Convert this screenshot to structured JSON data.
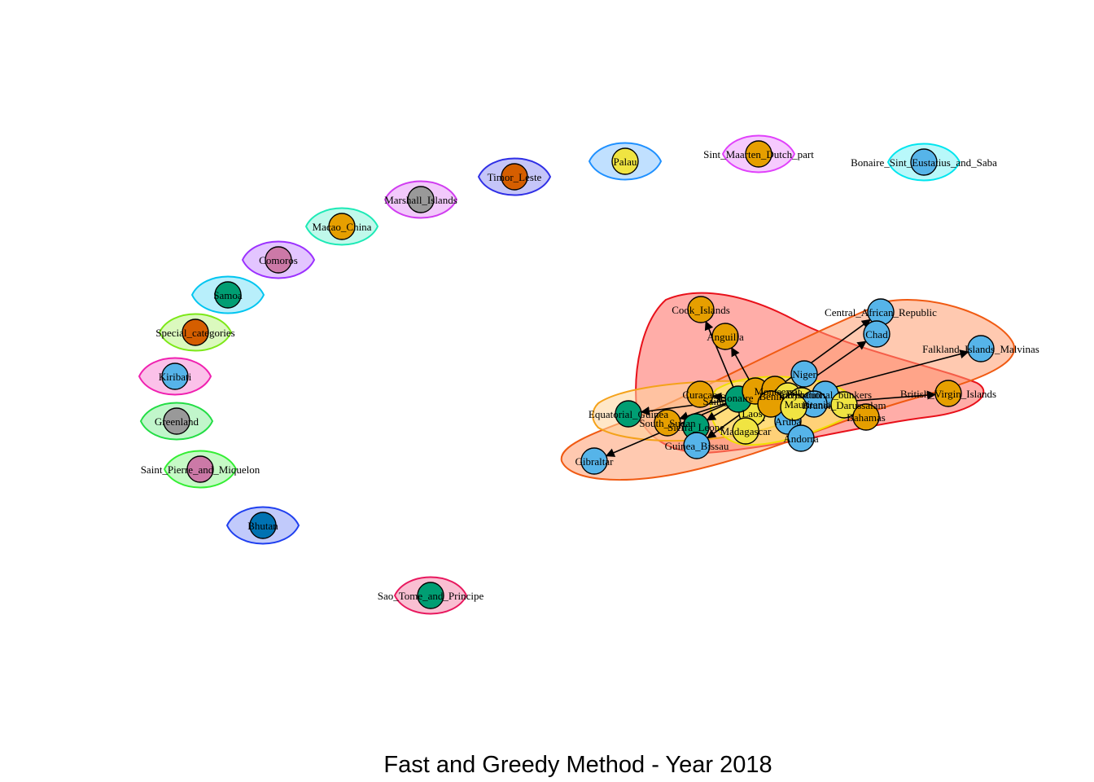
{
  "title": "Fast and Greedy Method - Year 2018",
  "palette": {
    "orange": "#E69F00",
    "skyblue": "#56B4E9",
    "green": "#009E73",
    "yellow": "#F0E442",
    "blue": "#0072B2",
    "vermillion": "#D55E00",
    "pink": "#CC79A7",
    "grey": "#999999"
  },
  "isolated_nodes": [
    {
      "id": "palau",
      "label": "Palau",
      "color": "yellow",
      "hull": "#1E90FF"
    },
    {
      "id": "sint-maarten",
      "label": "Sint_Maarten_Dutch_part",
      "color": "orange",
      "hull": "#E040FB"
    },
    {
      "id": "bonaire",
      "label": "Bonaire_Sint_Eustatius_and_Saba",
      "color": "skyblue",
      "hull": "#00E5EE"
    },
    {
      "id": "timor-leste",
      "label": "Timor_Leste",
      "color": "vermillion",
      "hull": "#2E2EE6"
    },
    {
      "id": "marshall-islands",
      "label": "Marshall_Islands",
      "color": "grey",
      "hull": "#D03CF0"
    },
    {
      "id": "macao",
      "label": "Macao_China",
      "color": "orange",
      "hull": "#1DE9B6"
    },
    {
      "id": "comoros",
      "label": "Comoros",
      "color": "pink",
      "hull": "#9B30FF"
    },
    {
      "id": "samoa",
      "label": "Samoa",
      "color": "green",
      "hull": "#00C5F0"
    },
    {
      "id": "special-categories",
      "label": "Special_categories",
      "color": "vermillion",
      "hull": "#7CE817"
    },
    {
      "id": "kiribati",
      "label": "Kiribati",
      "color": "skyblue",
      "hull": "#F020B0"
    },
    {
      "id": "greenland",
      "label": "Greenland",
      "color": "grey",
      "hull": "#22DD44"
    },
    {
      "id": "saint-pierre",
      "label": "Saint_Pierre_and_Miquelon",
      "color": "pink",
      "hull": "#33EE33"
    },
    {
      "id": "bhutan",
      "label": "Bhutan",
      "color": "blue",
      "hull": "#1F3FEF"
    },
    {
      "id": "sao-tome",
      "label": "Sao_Tome_and_Principe",
      "color": "green",
      "hull": "#E8185E"
    }
  ],
  "cluster_nodes": [
    {
      "id": "cook-islands",
      "label": "Cook_Islands",
      "color": "orange"
    },
    {
      "id": "anguilla",
      "label": "Anguilla",
      "color": "orange"
    },
    {
      "id": "central-african-republic",
      "label": "Central_African_Republic",
      "color": "skyblue"
    },
    {
      "id": "chad",
      "label": "Chad",
      "color": "skyblue"
    },
    {
      "id": "falkland-islands",
      "label": "Falkland_Islands_Malvinas",
      "color": "skyblue"
    },
    {
      "id": "niger",
      "label": "Niger",
      "color": "skyblue"
    },
    {
      "id": "british-virgin-islands",
      "label": "British_Virgin_Islands",
      "color": "orange"
    },
    {
      "id": "international-bunkers",
      "label": "International_bunkers",
      "color": "skyblue"
    },
    {
      "id": "brunei",
      "label": "Brunei_Darussalam",
      "color": "yellow"
    },
    {
      "id": "bahamas",
      "label": "Bahamas",
      "color": "orange"
    },
    {
      "id": "equatorial-guinea",
      "label": "Equatorial_Guinea",
      "color": "green"
    },
    {
      "id": "cura-cao",
      "label": "Curacao",
      "color": "orange"
    },
    {
      "id": "laos",
      "label": "Laos",
      "color": "yellow"
    },
    {
      "id": "aruba",
      "label": "Aruba",
      "color": "skyblue"
    },
    {
      "id": "south-sudan",
      "label": "South_Sudan",
      "color": "orange"
    },
    {
      "id": "sierra-leone",
      "label": "Sierra_Leone",
      "color": "green"
    },
    {
      "id": "madagascar",
      "label": "Madagascar",
      "color": "yellow"
    },
    {
      "id": "andorra",
      "label": "Andorra",
      "color": "skyblue"
    },
    {
      "id": "guinea-bissau",
      "label": "Guinea_Bissau",
      "color": "skyblue"
    },
    {
      "id": "gibraltar",
      "label": "Gibraltar",
      "color": "skyblue"
    },
    {
      "id": "hub-1",
      "label": "",
      "color": "green"
    },
    {
      "id": "hub-2",
      "label": "",
      "color": "orange"
    },
    {
      "id": "hub-3",
      "label": "",
      "color": "orange"
    },
    {
      "id": "hub-4",
      "label": "",
      "color": "yellow"
    },
    {
      "id": "hub-5",
      "label": "",
      "color": "orange"
    },
    {
      "id": "hub-6",
      "label": "",
      "color": "yellow"
    },
    {
      "id": "hub-7",
      "label": "",
      "color": "skyblue"
    },
    {
      "id": "hub-8",
      "label": "",
      "color": "yellow"
    }
  ],
  "hub_labels": [
    "Saint_",
    "Bonaire",
    "Benin",
    "Mauritania",
    "Montserrat",
    "Djibouti"
  ],
  "edges": [
    [
      "hub-1",
      "cook-islands"
    ],
    [
      "hub-2",
      "anguilla"
    ],
    [
      "hub-3",
      "central-african-republic"
    ],
    [
      "hub-4",
      "chad"
    ],
    [
      "hub-5",
      "falkland-islands"
    ],
    [
      "hub-6",
      "niger"
    ],
    [
      "hub-7",
      "british-virgin-islands"
    ],
    [
      "hub-8",
      "international-bunkers"
    ],
    [
      "hub-2",
      "brunei"
    ],
    [
      "hub-3",
      "bahamas"
    ],
    [
      "hub-1",
      "equatorial-guinea"
    ],
    [
      "hub-5",
      "cura-cao"
    ],
    [
      "hub-6",
      "laos"
    ],
    [
      "hub-7",
      "aruba"
    ],
    [
      "hub-1",
      "south-sudan"
    ],
    [
      "hub-2",
      "sierra-leone"
    ],
    [
      "hub-4",
      "madagascar"
    ],
    [
      "hub-8",
      "andorra"
    ],
    [
      "hub-3",
      "guinea-bissau"
    ],
    [
      "hub-1",
      "gibraltar"
    ]
  ],
  "cluster_hulls": [
    {
      "id": "hull-red",
      "fill": "#FF6A60",
      "stroke": "#E8101A"
    },
    {
      "id": "hull-orange",
      "fill": "#FF9D70",
      "stroke": "#F05A12"
    },
    {
      "id": "hull-light-orange",
      "fill": "#FFD39A",
      "stroke": "#F4A21A"
    },
    {
      "id": "hull-yellow",
      "fill": "#FFF56A",
      "stroke": "#F0E000"
    }
  ]
}
